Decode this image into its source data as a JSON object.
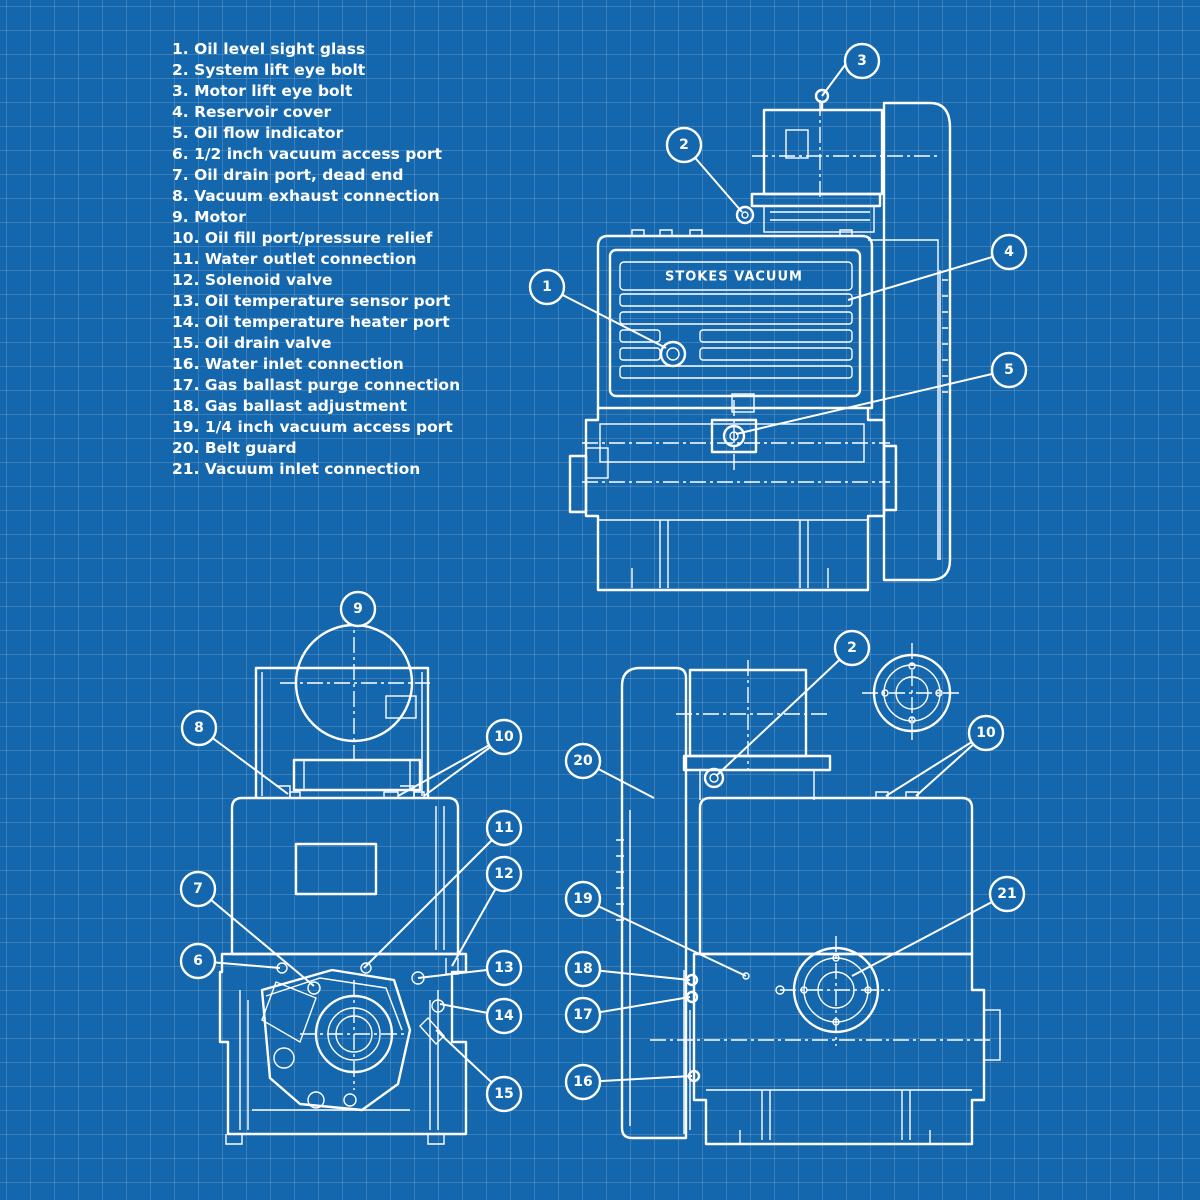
{
  "legend": [
    "1.  Oil level sight glass",
    "2.  System lift eye bolt",
    "3.  Motor lift eye bolt",
    "4.  Reservoir cover",
    "5.  Oil flow indicator",
    "6.  1/2 inch vacuum access port",
    "7.  Oil drain port, dead end",
    "8.  Vacuum exhaust connection",
    "9.  Motor",
    "10. Oil fill port/pressure relief",
    "11. Water outlet connection",
    "12. Solenoid valve",
    "13. Oil temperature sensor port",
    "14. Oil temperature heater port",
    "15. Oil drain valve",
    "16. Water inlet connection",
    "17. Gas ballast purge connection",
    "18. Gas ballast adjustment",
    "19. 1/4 inch vacuum access port",
    "20. Belt guard",
    "21. Vacuum inlet connection"
  ],
  "brand": "STOKES VACUUM",
  "callouts": {
    "front": [
      "1",
      "2",
      "3",
      "4",
      "5"
    ],
    "left": [
      "9",
      "8",
      "10",
      "11",
      "12",
      "7",
      "6",
      "13",
      "14",
      "15"
    ],
    "right": [
      "2",
      "10",
      "20",
      "19",
      "21",
      "18",
      "17",
      "16"
    ]
  },
  "colors": {
    "background": "#1466ad",
    "grid": "#5c94c8",
    "line": "#ffffff"
  }
}
